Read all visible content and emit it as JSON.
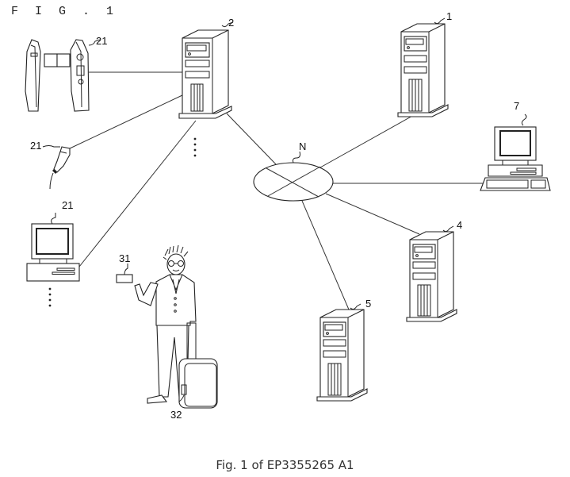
{
  "figure": {
    "title": "F I G .  1",
    "caption": "Fig. 1 of EP3355265 A1"
  },
  "labels": {
    "server_1": "1",
    "server_2": "2",
    "server_4": "4",
    "server_5": "5",
    "terminal_7": "7",
    "network": "N",
    "gate_21": "21",
    "scanner_21": "21",
    "pc_21": "21",
    "card_31": "31",
    "luggage_32": "32"
  },
  "nodes": [
    {
      "id": "2",
      "type": "tower-server",
      "role": "central server"
    },
    {
      "id": "1",
      "type": "tower-server"
    },
    {
      "id": "4",
      "type": "tower-server"
    },
    {
      "id": "5",
      "type": "tower-server"
    },
    {
      "id": "7",
      "type": "desktop-terminal"
    },
    {
      "id": "N",
      "type": "network-cloud"
    },
    {
      "id": "21",
      "type": "security-gate"
    },
    {
      "id": "21",
      "type": "handheld-scanner"
    },
    {
      "id": "21",
      "type": "desktop-pc"
    },
    {
      "id": "31",
      "type": "id-card"
    },
    {
      "id": "32",
      "type": "luggage-tag"
    }
  ],
  "connections": [
    [
      "21-gate",
      "2"
    ],
    [
      "21-scanner",
      "2"
    ],
    [
      "21-pc",
      "2"
    ],
    [
      "2",
      "N"
    ],
    [
      "N",
      "1"
    ],
    [
      "N",
      "7"
    ],
    [
      "N",
      "4"
    ],
    [
      "N",
      "5"
    ]
  ],
  "ellipsis_markers": [
    "⋮",
    "⋮"
  ]
}
